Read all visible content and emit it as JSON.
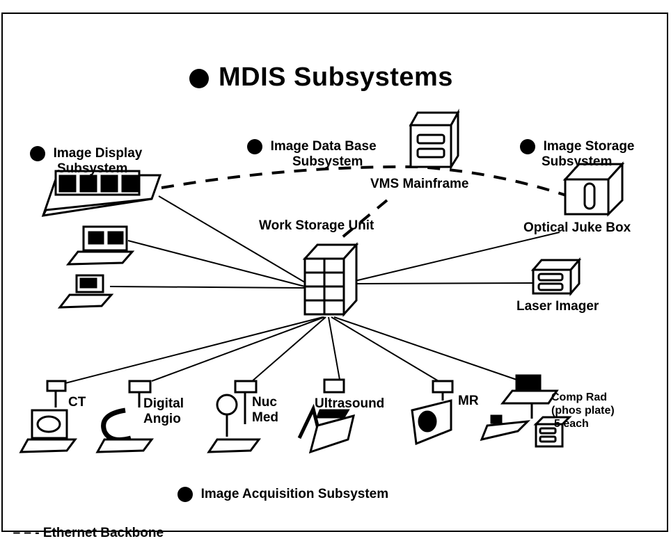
{
  "title": "MDIS Subsystems",
  "subsystems": {
    "display": [
      "Image Display",
      "Subsystem"
    ],
    "database": [
      "Image Data Base",
      "Subsystem"
    ],
    "storage": [
      "Image Storage",
      "Subsystem"
    ],
    "acquisition": "Image Acquisition Subsystem"
  },
  "components": {
    "vms": "VMS Mainframe",
    "wsu": "Work Storage Unit",
    "juke": "Optical Juke Box",
    "laser": "Laser Imager"
  },
  "modalities": {
    "ct": "CT",
    "angio": [
      "Digital",
      "Angio"
    ],
    "nuc": [
      "Nuc",
      "Med"
    ],
    "us": "Ultrasound",
    "mr": "MR",
    "cr": [
      "Comp Rad",
      "(phos plate)",
      "5 each"
    ]
  },
  "legend": {
    "symbol": "– – -",
    "label": "Ethernet Backbone"
  }
}
